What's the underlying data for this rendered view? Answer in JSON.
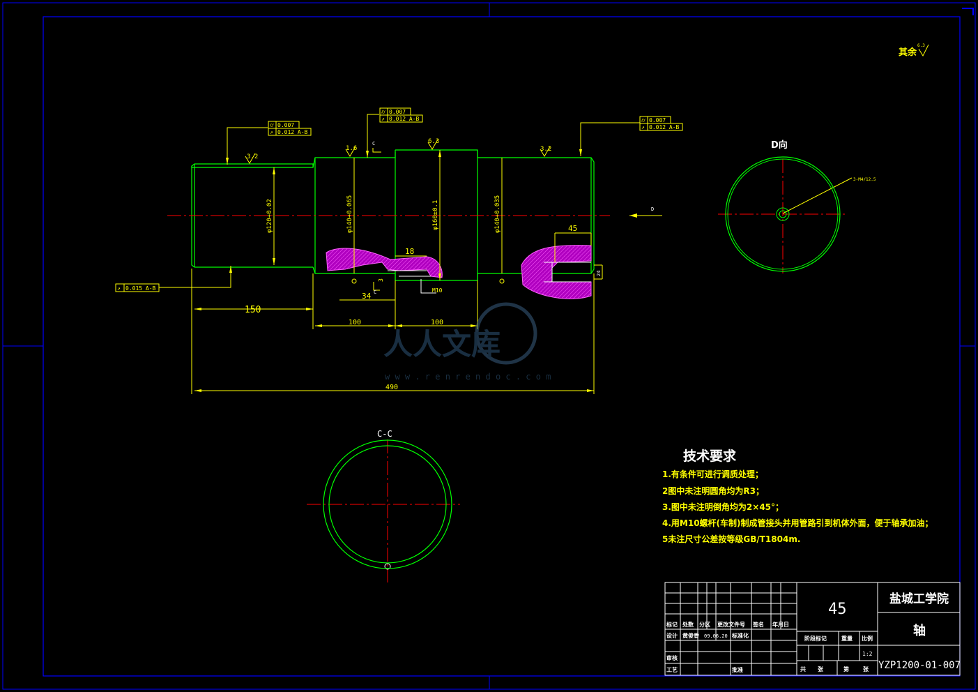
{
  "surface_finish_note": "其余",
  "surface_finish_symbol_value": "6.3",
  "tolerance_frames": {
    "left_top": [
      "0.007",
      "0.012 A-B"
    ],
    "middle_top": [
      "0.007",
      "0.012 A-B"
    ],
    "right_top": [
      "0.007",
      "0.012 A-B"
    ],
    "left_bottom": "0.015 A-B"
  },
  "roughness": [
    "3.2",
    "1.6",
    "6.3",
    "3.2"
  ],
  "diameters": [
    "φ120+0.02",
    "φ140+0.065",
    "φ160±0.1",
    "φ140+0.035"
  ],
  "dimensions": {
    "d150": "150",
    "d100a": "100",
    "d100b": "100",
    "d490": "490",
    "d34": "34",
    "d18": "18",
    "d45": "45",
    "d3": "3",
    "d24": "24",
    "m10": "M10"
  },
  "section_marks": {
    "c_top": "C",
    "c_bottom": "C",
    "d_arrow": "D"
  },
  "views": {
    "d_view": "D向",
    "cc_view": "C-C",
    "d_callout": "3-M4/12.5"
  },
  "tech": {
    "title": "技术要求",
    "items": [
      "1.有条件可进行调质处理；",
      "2图中未注明圆角均为R3；",
      "3.图中未注明倒角均为2×45°；",
      "4.用M10螺杆(车制)制成管接头并用管路引到机体外面，便于轴承加油；",
      "5未注尺寸公差按等级GB/T1804m."
    ]
  },
  "title_block": {
    "material": "45",
    "school": "盐城工学院",
    "part_name": "轴",
    "drawing_no": "YZP1200-01-007",
    "scale": "1:2",
    "hdr": [
      "标记",
      "处数",
      "分区",
      "更改文件号",
      "签名",
      "年月日"
    ],
    "design": "设计",
    "designer": "黄俊香",
    "date": "09.06.20",
    "standard": "标准化",
    "review": "审核",
    "process": "工艺",
    "approve": "批准",
    "stage": "阶段标记",
    "weight": "重量",
    "ratio": "比例",
    "total": "共",
    "sheets": "张",
    "sheet_no": "第",
    "sheet_unit": "张"
  },
  "watermark": {
    "text": "人人文库",
    "url": "w w w . r e n r e n d o c . c o m"
  },
  "colors": {
    "outline": "#00ff00",
    "dimension": "#ffff00",
    "center": "#ff0000",
    "hatch": "#c000c0",
    "frame": "#0000ff"
  }
}
